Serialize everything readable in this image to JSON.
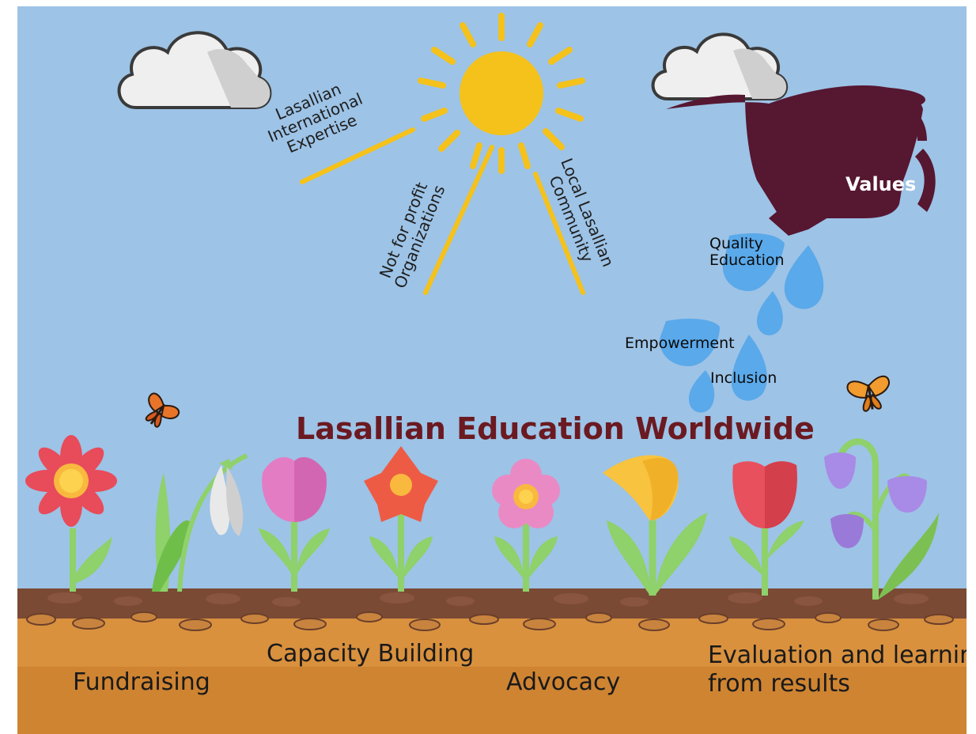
{
  "title": "Lasallian Education Worldwide",
  "sun_rays": {
    "left": "Lasallian International Expertise",
    "middle": "Not for profit Organizations",
    "right": "Local Lasallian Community"
  },
  "watering_can": {
    "label": "Values"
  },
  "drops": [
    "Quality Education",
    "Empowerment",
    "Inclusion"
  ],
  "soil_labels": {
    "fundraising": "Fundraising",
    "capacity": "Capacity Building",
    "advocacy": "Advocacy",
    "evaluation_line1": "Evaluation and learning",
    "evaluation_line2": "from results"
  },
  "colors": {
    "sky": "#9dc3e6",
    "sun": "#f5c21b",
    "water": "#5aa9ea",
    "can": "#561731",
    "soil": "#d9913e",
    "title": "#6b1a21"
  },
  "icons": [
    "cloud-icon",
    "sun-icon",
    "watering-can-icon",
    "water-drop-icon",
    "flower-icon",
    "butterfly-icon"
  ]
}
